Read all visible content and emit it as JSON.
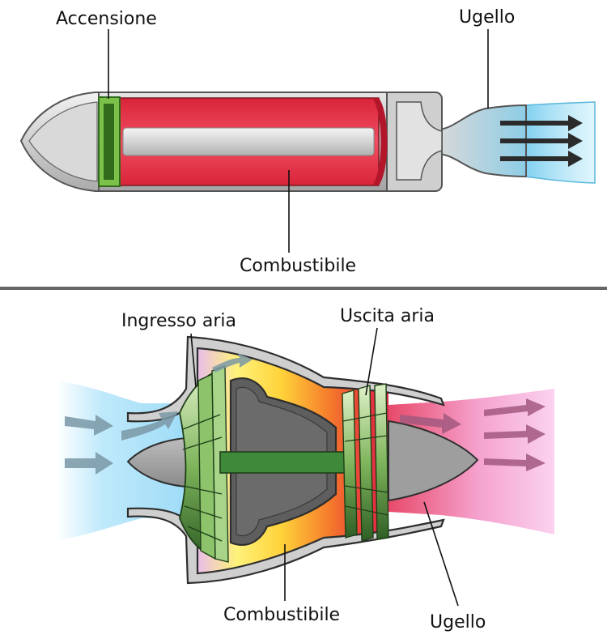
{
  "rocket": {
    "labels": {
      "ignition": "Accensione",
      "nozzle": "Ugello",
      "fuel": "Combustibile"
    }
  },
  "jet": {
    "labels": {
      "air_intake": "Ingresso aria",
      "air_outlet": "Uscita aria",
      "fuel": "Combustibile",
      "nozzle": "Ugello"
    }
  },
  "colors": {
    "casing": "#c9c9c9",
    "casing_stroke": "#555555",
    "fuel_red": "#e8374b",
    "igniter_green": "#7cc24a",
    "exhaust_blue": "#a8dff7",
    "exhaust_pink": "#f7b6e6",
    "fan_green": "#6aa84f",
    "core_dark": "#5e5e5e",
    "divider": "#666666"
  }
}
